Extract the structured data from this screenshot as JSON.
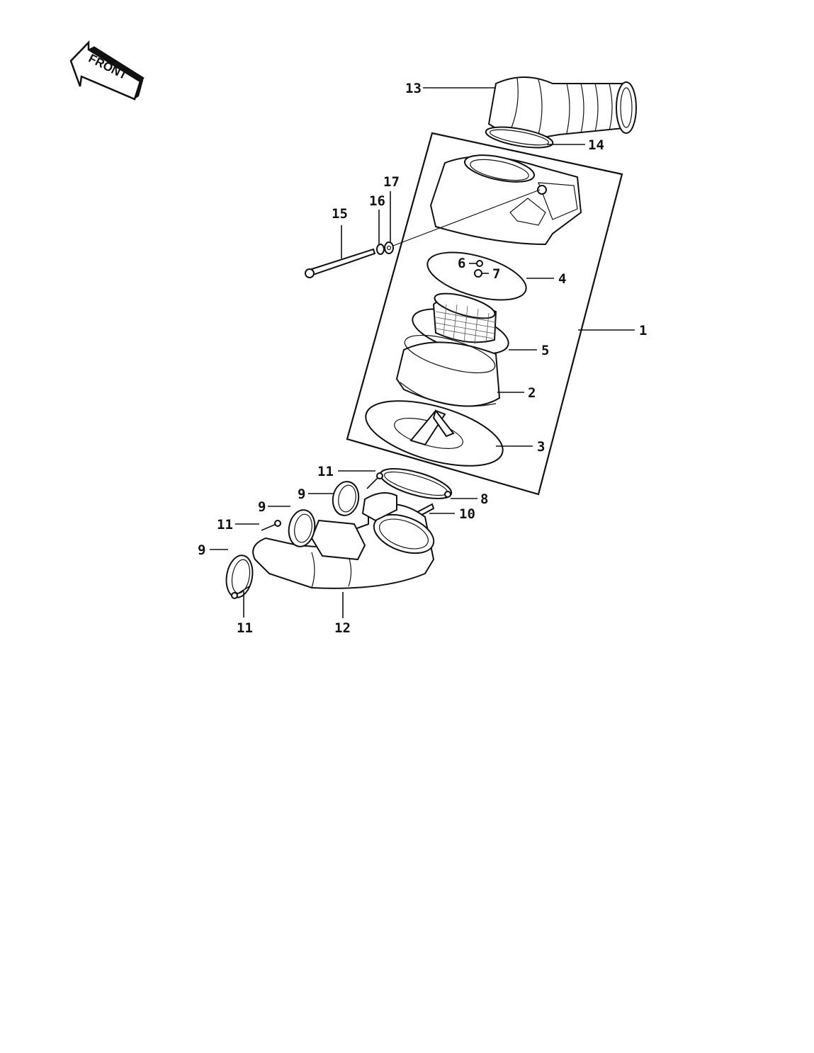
{
  "front_arrow": {
    "label": "FRONT"
  },
  "callouts": [
    {
      "id": "c1",
      "text": "1"
    },
    {
      "id": "c2",
      "text": "2"
    },
    {
      "id": "c3",
      "text": "3"
    },
    {
      "id": "c4",
      "text": "4"
    },
    {
      "id": "c5",
      "text": "5"
    },
    {
      "id": "c6",
      "text": "6"
    },
    {
      "id": "c7",
      "text": "7"
    },
    {
      "id": "c8",
      "text": "8"
    },
    {
      "id": "c9a",
      "text": "9"
    },
    {
      "id": "c9b",
      "text": "9"
    },
    {
      "id": "c9c",
      "text": "9"
    },
    {
      "id": "c10",
      "text": "10"
    },
    {
      "id": "c11a",
      "text": "11"
    },
    {
      "id": "c11b",
      "text": "11"
    },
    {
      "id": "c11c",
      "text": "11"
    },
    {
      "id": "c12",
      "text": "12"
    },
    {
      "id": "c13",
      "text": "13"
    },
    {
      "id": "c14",
      "text": "14"
    },
    {
      "id": "c15",
      "text": "15"
    },
    {
      "id": "c16",
      "text": "16"
    },
    {
      "id": "c17",
      "text": "17"
    }
  ]
}
